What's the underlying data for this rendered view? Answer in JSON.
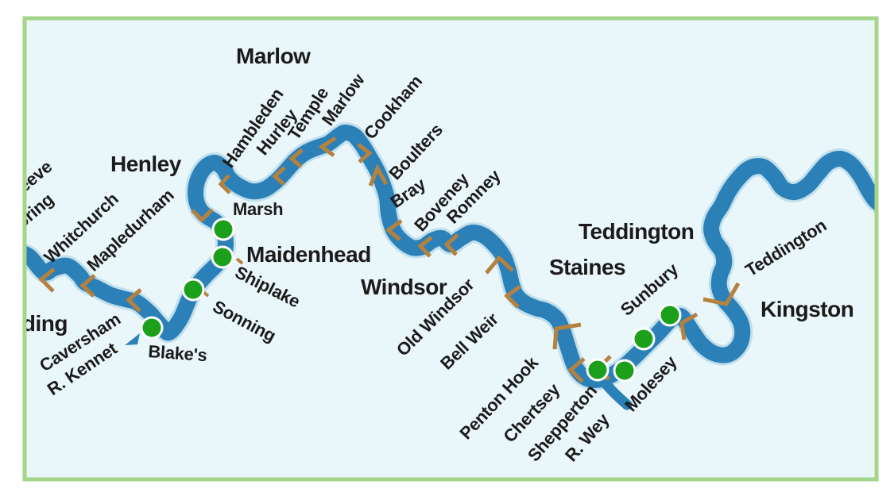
{
  "map": {
    "description": "Schematic strip map of the River Thames with locks between Reading and Kingston",
    "towns": [
      {
        "id": "reading",
        "label": "Reading",
        "clipped": true
      },
      {
        "id": "henley",
        "label": "Henley"
      },
      {
        "id": "marlow",
        "label": "Marlow"
      },
      {
        "id": "maidenhead",
        "label": "Maidenhead"
      },
      {
        "id": "windsor",
        "label": "Windsor"
      },
      {
        "id": "staines",
        "label": "Staines"
      },
      {
        "id": "teddington",
        "label": "Teddington"
      },
      {
        "id": "kingston",
        "label": "Kingston"
      }
    ],
    "locks": [
      {
        "id": "cleeve",
        "label": "Cleeve",
        "clipped": true
      },
      {
        "id": "goring",
        "label": "Goring",
        "clipped": true
      },
      {
        "id": "whitchurch",
        "label": "Whitchurch"
      },
      {
        "id": "mapledurham",
        "label": "Mapledurham"
      },
      {
        "id": "caversham",
        "label": "Caversham"
      },
      {
        "id": "blakes",
        "label": "Blake's"
      },
      {
        "id": "sonning",
        "label": "Sonning"
      },
      {
        "id": "shiplake",
        "label": "Shiplake"
      },
      {
        "id": "marsh",
        "label": "Marsh"
      },
      {
        "id": "hambleden",
        "label": "Hambleden"
      },
      {
        "id": "hurley",
        "label": "Hurley"
      },
      {
        "id": "temple",
        "label": "Temple"
      },
      {
        "id": "marlow-lock",
        "label": "Marlow"
      },
      {
        "id": "cookham",
        "label": "Cookham"
      },
      {
        "id": "boulters",
        "label": "Boulters"
      },
      {
        "id": "bray",
        "label": "Bray"
      },
      {
        "id": "boveney",
        "label": "Boveney"
      },
      {
        "id": "romney",
        "label": "Romney"
      },
      {
        "id": "old-windsor",
        "label": "Old Windsor"
      },
      {
        "id": "bell-weir",
        "label": "Bell Weir"
      },
      {
        "id": "penton-hook",
        "label": "Penton Hook"
      },
      {
        "id": "chertsey",
        "label": "Chertsey"
      },
      {
        "id": "shepperton",
        "label": "Shepperton"
      },
      {
        "id": "sunbury",
        "label": "Sunbury"
      },
      {
        "id": "molesey",
        "label": "Molesey"
      },
      {
        "id": "teddington-lock",
        "label": "Teddington"
      }
    ],
    "tributaries": [
      {
        "id": "r-kennet",
        "label": "R. Kennet"
      },
      {
        "id": "r-wey",
        "label": "R. Wey"
      }
    ],
    "green_markers": {
      "count": 8
    },
    "colors": {
      "river": "#2b80b8",
      "river_halo": "#8fc0dc",
      "background": "#eaf7fa",
      "border": "#a4d68a",
      "lock_symbol": "#b5813e",
      "marker_green": "#1ca01c",
      "marker_ring": "#ffffff",
      "label_text": "#1b1b1b"
    }
  }
}
